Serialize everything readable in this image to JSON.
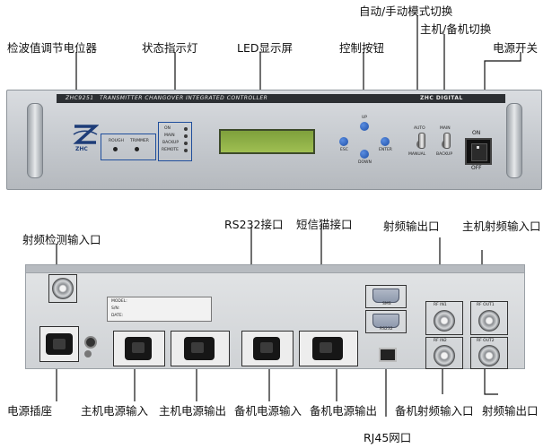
{
  "labels": {
    "auto_manual": "自动/手动模式切换",
    "main_backup": "主机/备机切换",
    "power_switch": "电源开关",
    "pot": "检波值调节电位器",
    "indicator": "状态指示灯",
    "led_screen": "LED显示屏",
    "control_buttons": "控制按钮",
    "rf_detect_in": "射频检测输入口",
    "rs232": "RS232接口",
    "sms_modem": "短信猫接口",
    "rf_out_top": "射频输出口",
    "main_rf_in": "主机射频输入口",
    "power_socket": "电源插座",
    "main_power_in": "主机电源输入",
    "main_power_out": "主机电源输出",
    "backup_power_in": "备机电源输入",
    "backup_power_out": "备机电源输出",
    "backup_rf_in": "备机射频输入口",
    "rf_out_bottom": "射频输出口",
    "rj45": "RJ45网口"
  },
  "front_panel": {
    "model": "ZHC9251",
    "title": "TRANSMITTER CHANGOVER INTEGRATED CONTROLLER",
    "brand": "ZHC DIGITAL",
    "logo_text": "ZHC",
    "pot_labels": [
      "ROUGH",
      "TRIMMER"
    ],
    "indicator_labels": [
      "ON",
      "MAIN",
      "BACKUP",
      "REMOTE"
    ],
    "button_labels": {
      "esc": "ESC",
      "up": "UP",
      "down": "DOWN",
      "enter": "ENTER"
    },
    "auto_labels": [
      "AUTO",
      "MANUAL"
    ],
    "main_labels": [
      "MAIN",
      "BACKUP"
    ],
    "power_on": "ON",
    "power_off": "OFF"
  },
  "rear_panel": {
    "nameplate_fields": [
      "MODEL:",
      "S/N:",
      "DATE:"
    ],
    "rs232_label": "RS232",
    "sms_label": "SMS",
    "rf_labels": [
      "RF IN1",
      "RF OUT1",
      "RF IN2",
      "RF OUT2"
    ]
  }
}
